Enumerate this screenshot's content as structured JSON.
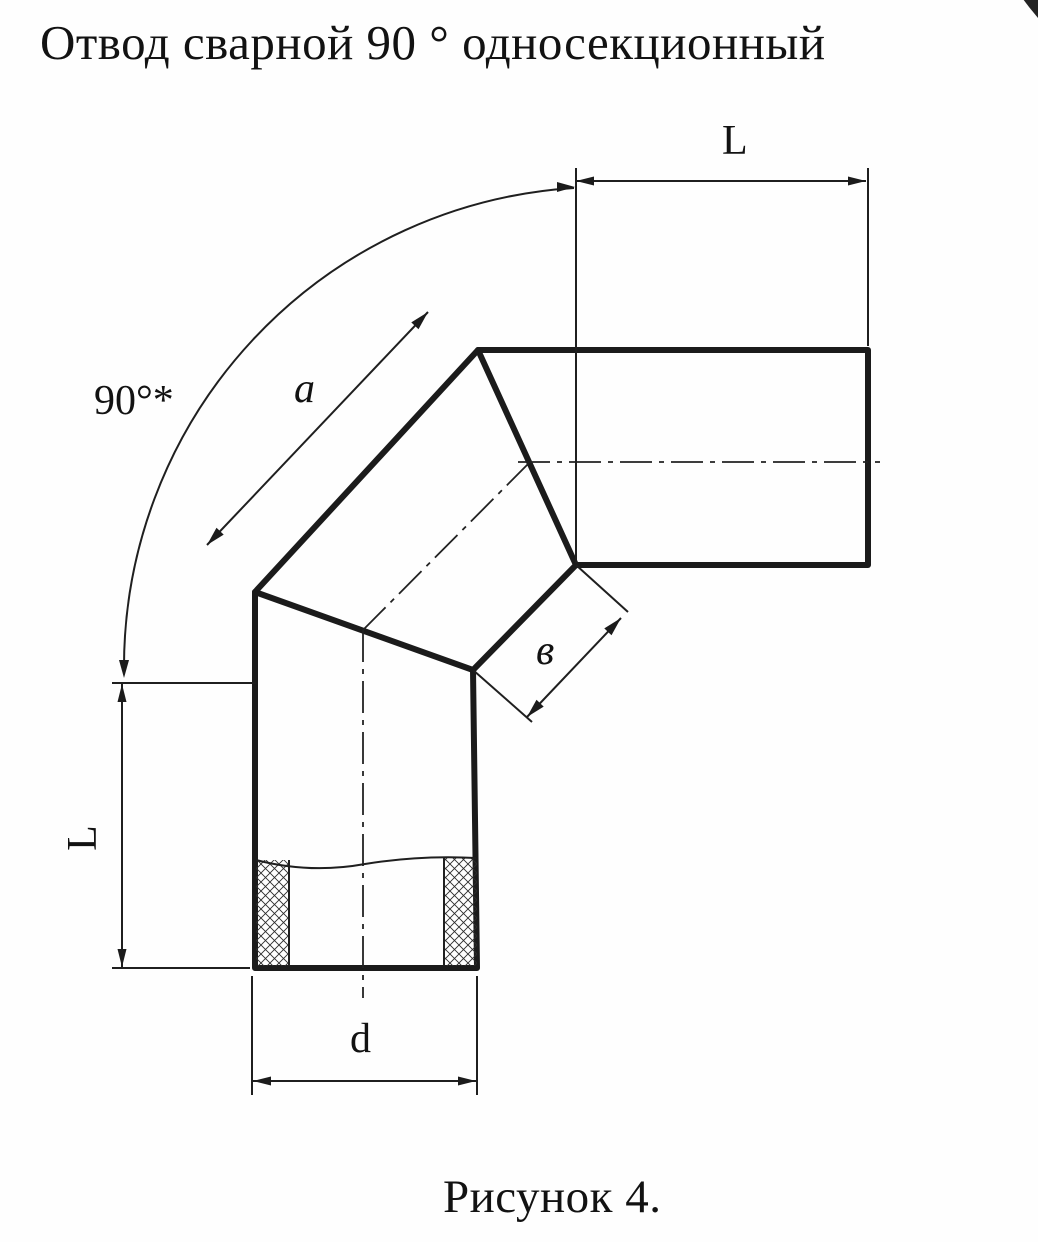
{
  "title": "Отвод сварной 90 ° односекционный",
  "caption": "Рисунок 4.",
  "dimensions": {
    "top_length": "L",
    "left_length": "L",
    "diameter": "d",
    "outer_section": "a",
    "inner_section": "в",
    "angle": "90°*"
  },
  "colors": {
    "ink": "#1b1b1b",
    "paper": "#fefefe"
  }
}
